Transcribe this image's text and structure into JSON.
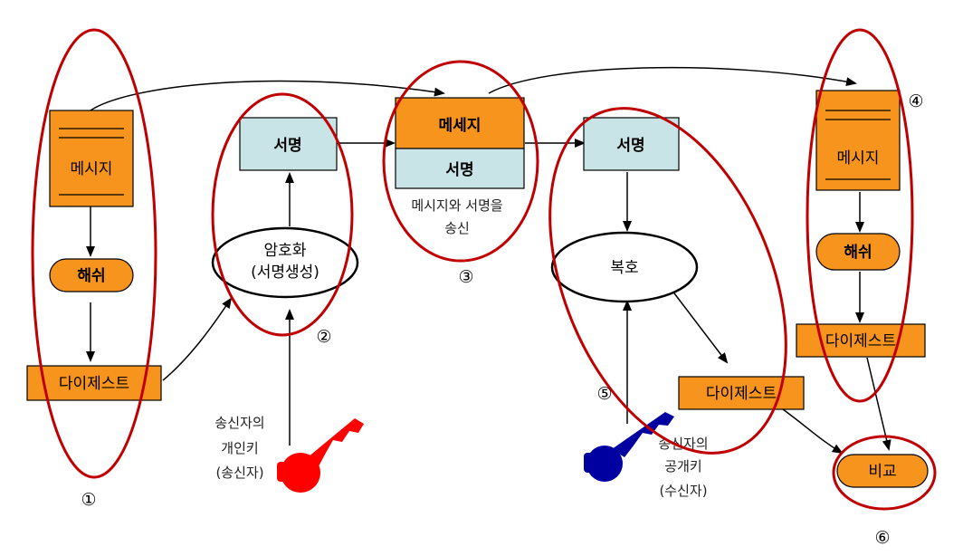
{
  "colors": {
    "orange": "#f7941d",
    "lightblue": "#c9e4e6",
    "red_outline": "#c00000",
    "key_red": "#ff0000",
    "key_blue": "#0000a0"
  },
  "sender": {
    "message_label": "메시지",
    "hash_label": "해쉬",
    "digest_label": "다이제스트",
    "encrypt_label_line1": "암호화",
    "encrypt_label_line2": "(서명생성)",
    "signature_label": "서명",
    "private_key_line1": "송신자의",
    "private_key_line2": "개인키",
    "private_key_line3": "(송신자)"
  },
  "transmission": {
    "message_label": "메세지",
    "signature_label": "서명",
    "caption_line1": "메시지와 서명을",
    "caption_line2": "송신"
  },
  "receiver": {
    "signature_label": "서명",
    "decrypt_label": "복호",
    "digest_label": "다이제스트",
    "public_key_line1": "송신자의",
    "public_key_line2": "공개키",
    "public_key_line3": "(수신자)",
    "message_label": "메시지",
    "hash_label": "해쉬",
    "digest2_label": "다이제스트",
    "compare_label": "비교"
  },
  "step_numbers": [
    "①",
    "②",
    "③",
    "④",
    "⑤",
    "⑥"
  ]
}
